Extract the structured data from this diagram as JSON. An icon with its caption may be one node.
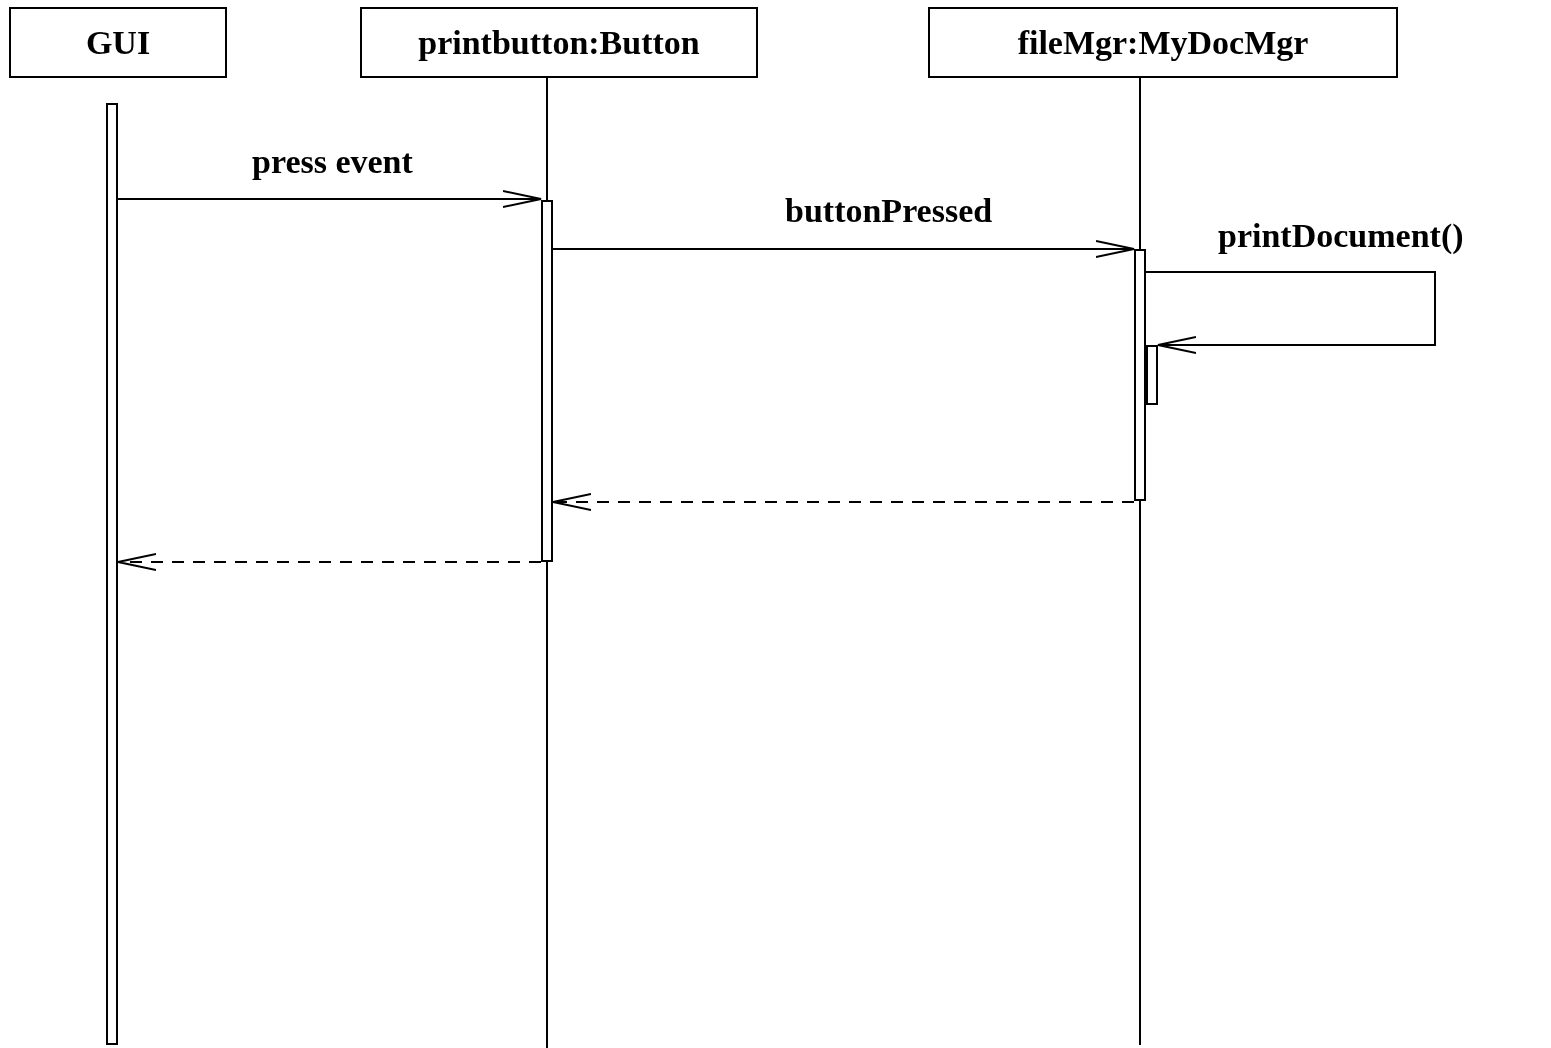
{
  "diagram": {
    "nodes": [
      {
        "text": [
          "GUI"
        ]
      },
      {
        "text": [
          "printbutton:Button"
        ]
      },
      {
        "text": [
          "fileMgr:MyDocMgr"
        ]
      },
      {
        "text": [],
        "shape": "bar"
      },
      {
        "text": [],
        "shape": "bar"
      },
      {
        "text": [],
        "shape": "bar"
      },
      {
        "text": [],
        "shape": "bar"
      }
    ],
    "edges": [
      {
        "from": 3,
        "to": 4,
        "arrow": "to",
        "label": "press event"
      },
      {
        "from": 4,
        "to": 5,
        "arrow": "to",
        "label": "buttonPressed"
      },
      {
        "from": 5,
        "to": 6,
        "arrow": "to",
        "label": "printDocument()"
      },
      {
        "from": 5,
        "to": 4,
        "arrow": "to",
        "style": "dashed"
      },
      {
        "from": 4,
        "to": 3,
        "arrow": "to",
        "style": "dashed"
      }
    ]
  }
}
